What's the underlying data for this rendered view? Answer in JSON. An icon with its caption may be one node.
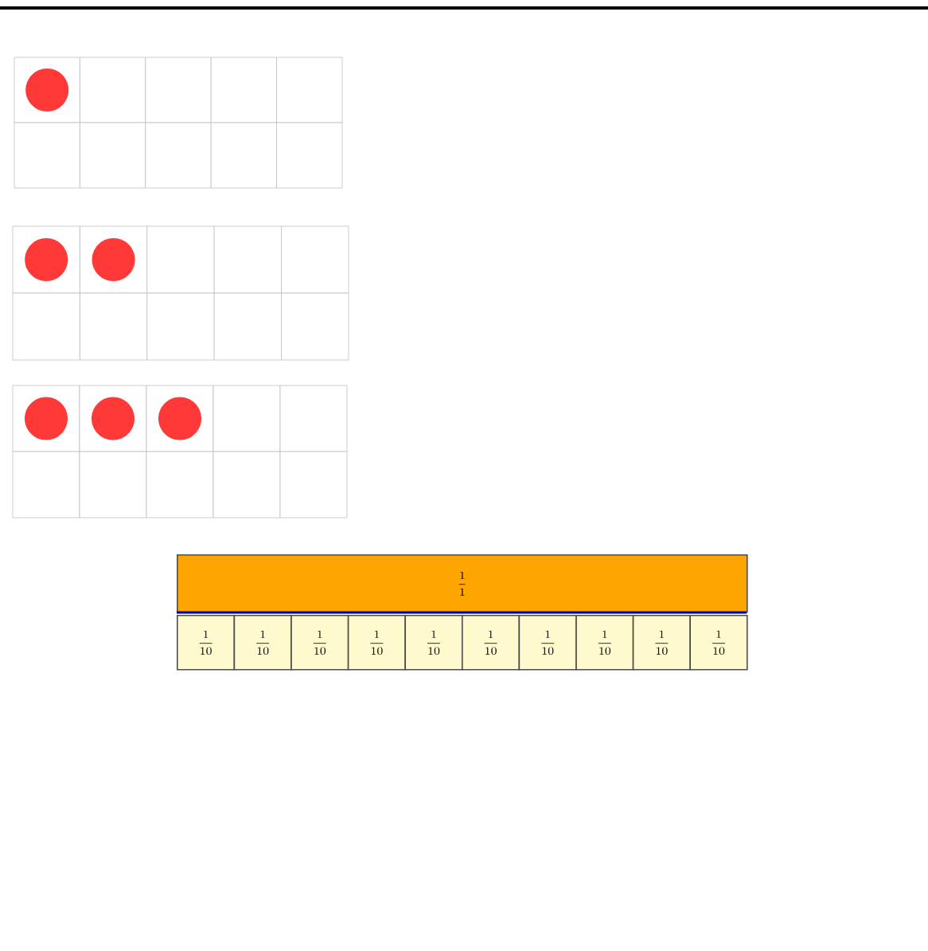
{
  "diagram": {
    "nodes": [
      {
        "text": [
          "\\frac{1}{1}"
        ]
      },
      {
        "text": [
          "\\frac{1}{10}"
        ]
      },
      {
        "text": [
          "\\frac{1}{10}"
        ]
      },
      {
        "text": [
          "\\frac{1}{10}"
        ]
      },
      {
        "text": [
          "\\frac{1}{10}"
        ]
      },
      {
        "text": [
          "\\frac{1}{10}"
        ]
      },
      {
        "text": [
          "\\frac{1}{10}"
        ]
      },
      {
        "text": [
          "\\frac{1}{10}"
        ]
      },
      {
        "text": [
          "\\frac{1}{10}"
        ]
      },
      {
        "text": [
          "\\frac{1}{10}"
        ]
      },
      {
        "text": [
          "\\frac{1}{10}"
        ]
      }
    ]
  }
}
